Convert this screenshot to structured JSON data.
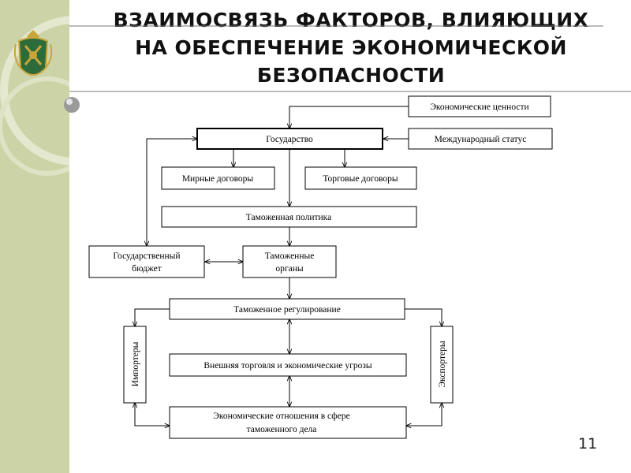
{
  "title": {
    "line1": "ВЗАИМОСВЯЗЬ ФАКТОРОВ, ВЛИЯЮЩИХ",
    "line2": "НА ОБЕСПЕЧЕНИЕ ЭКОНОМИЧЕСКОЙ",
    "line3": "БЕЗОПАСНОСТИ"
  },
  "page_number": "11",
  "diagram": {
    "economic_values": "Экономические ценности",
    "state": "Государство",
    "international_status": "Международный статус",
    "peace_treaties": "Мирные договоры",
    "trade_agreements": "Торговые договоры",
    "customs_policy": "Таможенная политика",
    "state_budget_line1": "Государственный",
    "state_budget_line2": "бюджет",
    "customs_bodies_line1": "Таможенные",
    "customs_bodies_line2": "органы",
    "customs_regulation": "Таможенное регулирование",
    "importers": "Импортеры",
    "exporters": "Экспортеры",
    "foreign_trade": "Внешняя торговля и экономические угрозы",
    "econ_relations_line1": "Экономические отношения в сфере",
    "econ_relations_line2": "таможенного дела"
  },
  "colors": {
    "sidebar": "#ccd4a7",
    "emblem_green": "#2e6b3a",
    "emblem_gold": "#c9a53a"
  },
  "icons": {
    "emblem": "customs-service-emblem",
    "bullet": "gray-sphere-bullet"
  }
}
